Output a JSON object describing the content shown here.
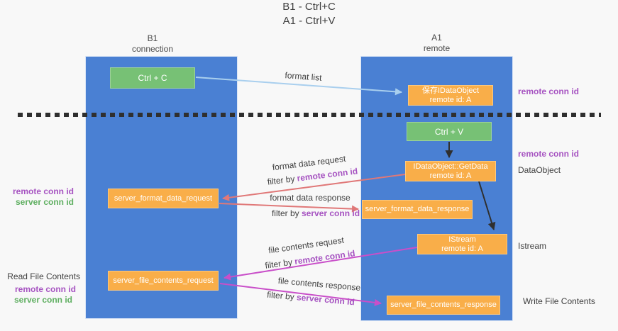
{
  "title": {
    "line1": "B1 - Ctrl+C",
    "line2": "A1 - Ctrl+V"
  },
  "columns": {
    "left": {
      "name": "B1",
      "role": "connection"
    },
    "right": {
      "name": "A1",
      "role": "remote"
    }
  },
  "boxes": {
    "ctrl_c": {
      "label": "Ctrl + C"
    },
    "ctrl_v": {
      "label": "Ctrl + V"
    },
    "store_dataobject": {
      "line1": "保存IDataObject",
      "line2": "remote id: A"
    },
    "getdata": {
      "line1": "IDataObject::GetData",
      "line2": "remote id: A"
    },
    "istream": {
      "line1": "IStream",
      "line2": "remote id: A"
    },
    "format_request": {
      "label": "server_format_data_request"
    },
    "format_response": {
      "label": "server_format_data_response"
    },
    "file_request": {
      "label": "server_file_contents_request"
    },
    "file_response": {
      "label": "server_file_contents_response"
    }
  },
  "flow_labels": {
    "format_list": "format list",
    "format_data_request": "format data request",
    "format_data_response": "format data response",
    "file_contents_request": "file contents request",
    "file_contents_response": "file contents response",
    "filter_by": "filter by",
    "remote_conn_id": "remote conn id",
    "server_conn_id": "server conn id"
  },
  "side_labels": {
    "remote_conn_id": "remote conn id",
    "server_conn_id": "server conn id",
    "dataobject": "DataObject",
    "istream": "Istream",
    "read_file_contents": "Read File Contents",
    "write_file_contents": "Write File Contents"
  },
  "colors": {
    "column_blue": "#4a80d3",
    "box_green": "#77c175",
    "box_orange": "#f9ae49",
    "label_purple": "#a653c1",
    "label_green": "#5faf61",
    "arrow_light_blue": "#a9cfee",
    "arrow_salmon": "#e07878",
    "arrow_magenta": "#c94fc9",
    "arrow_black": "#2f2f2f",
    "text_dark": "#3f3f3f",
    "background": "#f8f8f8"
  }
}
